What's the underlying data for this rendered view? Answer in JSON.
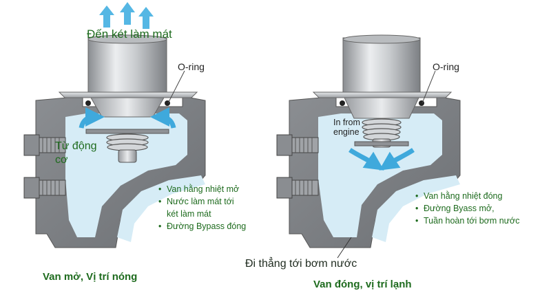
{
  "left": {
    "top_label": "Đến két làm mát",
    "oring_label": "O-ring",
    "side_label_line1": "Từ động",
    "side_label_line2": "cơ",
    "bullets": [
      "Van hằng nhiệt mở",
      "Nước làm mát tới",
      "két làm mát",
      "Đường Bypass đóng"
    ],
    "bullet_marks": [
      "•",
      "•",
      "",
      "•"
    ],
    "caption": "Van mở, Vị trí nóng"
  },
  "right": {
    "oring_label": "O-ring",
    "inlet_label_line1": "In from",
    "inlet_label_line2": "engine",
    "bottom_label": "Đi thẳng tới bơm nước",
    "bullets": [
      "Van hằng nhiệt đóng",
      "Đường Byass mở,",
      "Tuần hoàn tới bơm nước"
    ],
    "bullet_marks": [
      "•",
      "•",
      "•"
    ],
    "caption": "Van đóng, vị trí lạnh"
  },
  "colors": {
    "housing": "#7f8286",
    "housing_dark": "#56595d",
    "coolant": "#d6ecf6",
    "arrow": "#3fa9dc",
    "text_green": "#1e6b1e"
  }
}
